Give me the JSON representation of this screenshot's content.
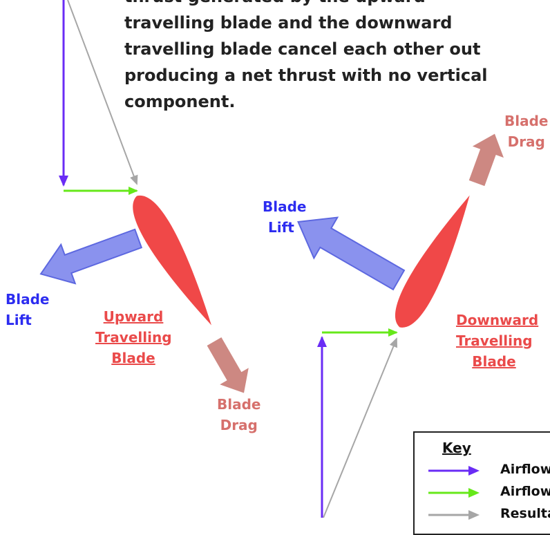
{
  "caption": {
    "lines": [
      "thrust generated by the upward",
      "travelling blade and the downward",
      "travelling blade cancel each other out",
      "producing a net thrust with no vertical",
      "component."
    ]
  },
  "upward_blade": {
    "lift_label": [
      "Blade",
      "Lift"
    ],
    "drag_label": [
      "Blade",
      "Drag"
    ],
    "name": [
      "Upward",
      "Travelling",
      "Blade"
    ]
  },
  "downward_blade": {
    "lift_label": [
      "Blade",
      "Lift"
    ],
    "drag_label": [
      "Blade",
      "Drag"
    ],
    "name": [
      "Downward",
      "Travelling",
      "Blade"
    ]
  },
  "key": {
    "title": "Key",
    "items": [
      {
        "label": "Airflow",
        "color": "#6a2cf5"
      },
      {
        "label": "Airflow",
        "color": "#66e81a"
      },
      {
        "label": "Resultant",
        "color": "#a6a6a6"
      }
    ]
  },
  "colors": {
    "blade": "#f04848",
    "lift_arrow": "#8a92ee",
    "lift_arrow_stroke": "#5d68e0",
    "drag_arrow": "#cd8882",
    "vertical_airflow": "#6a2cf5",
    "horizontal_airflow": "#66e81a",
    "resultant": "#a6a6a6"
  }
}
